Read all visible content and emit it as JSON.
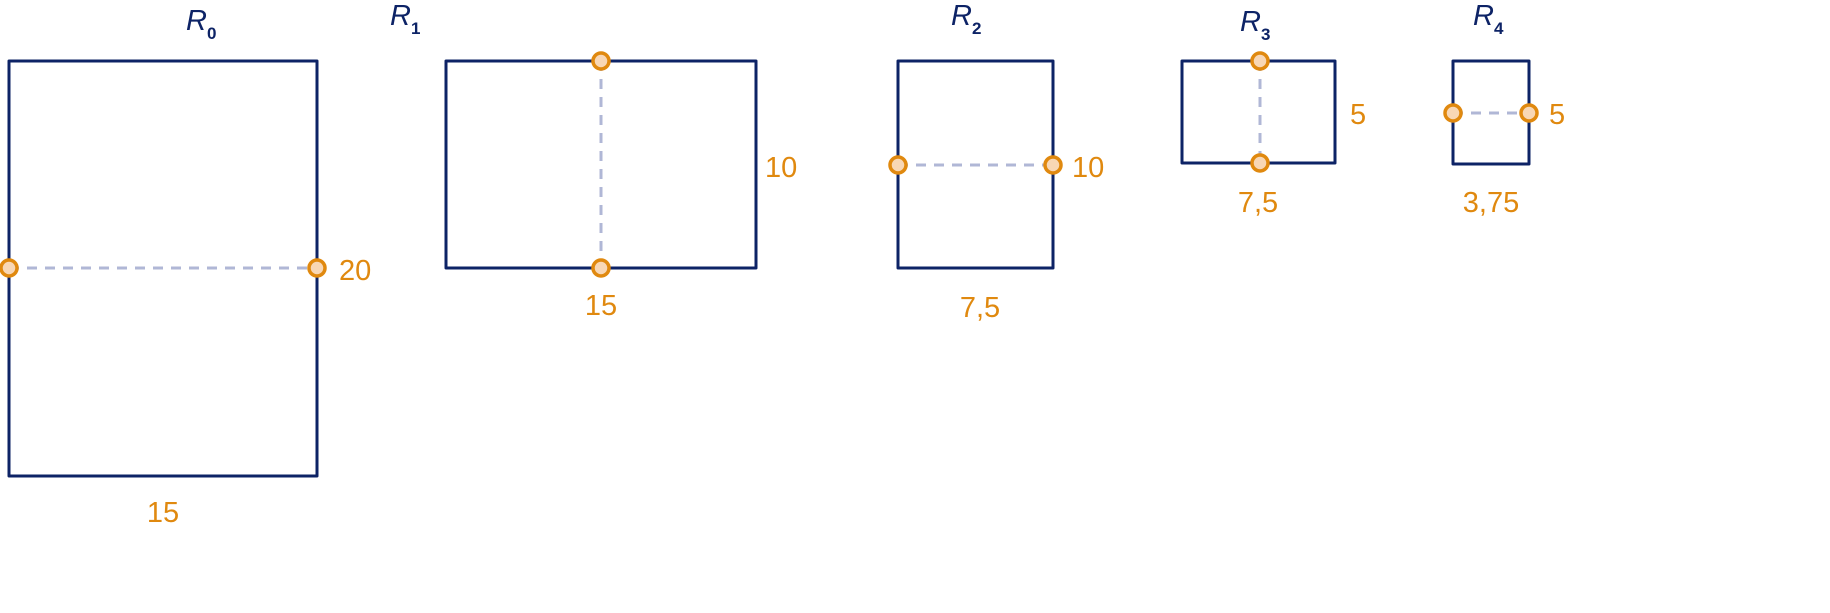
{
  "colors": {
    "outline": "#0d2366",
    "point": "#e0890f",
    "point_fill": "#f8d7b5",
    "fold_line": "#b0b7d6"
  },
  "rectangles": [
    {
      "name": "R",
      "index": "0",
      "height_label": "20",
      "width_label": "15"
    },
    {
      "name": "R",
      "index": "1",
      "height_label": "10",
      "width_label": "15"
    },
    {
      "name": "R",
      "index": "2",
      "height_label": "10",
      "width_label": "7,5"
    },
    {
      "name": "R",
      "index": "3",
      "height_label": "5",
      "width_label": "7,5"
    },
    {
      "name": "R",
      "index": "4",
      "height_label": "5",
      "width_label": "3,75"
    }
  ]
}
